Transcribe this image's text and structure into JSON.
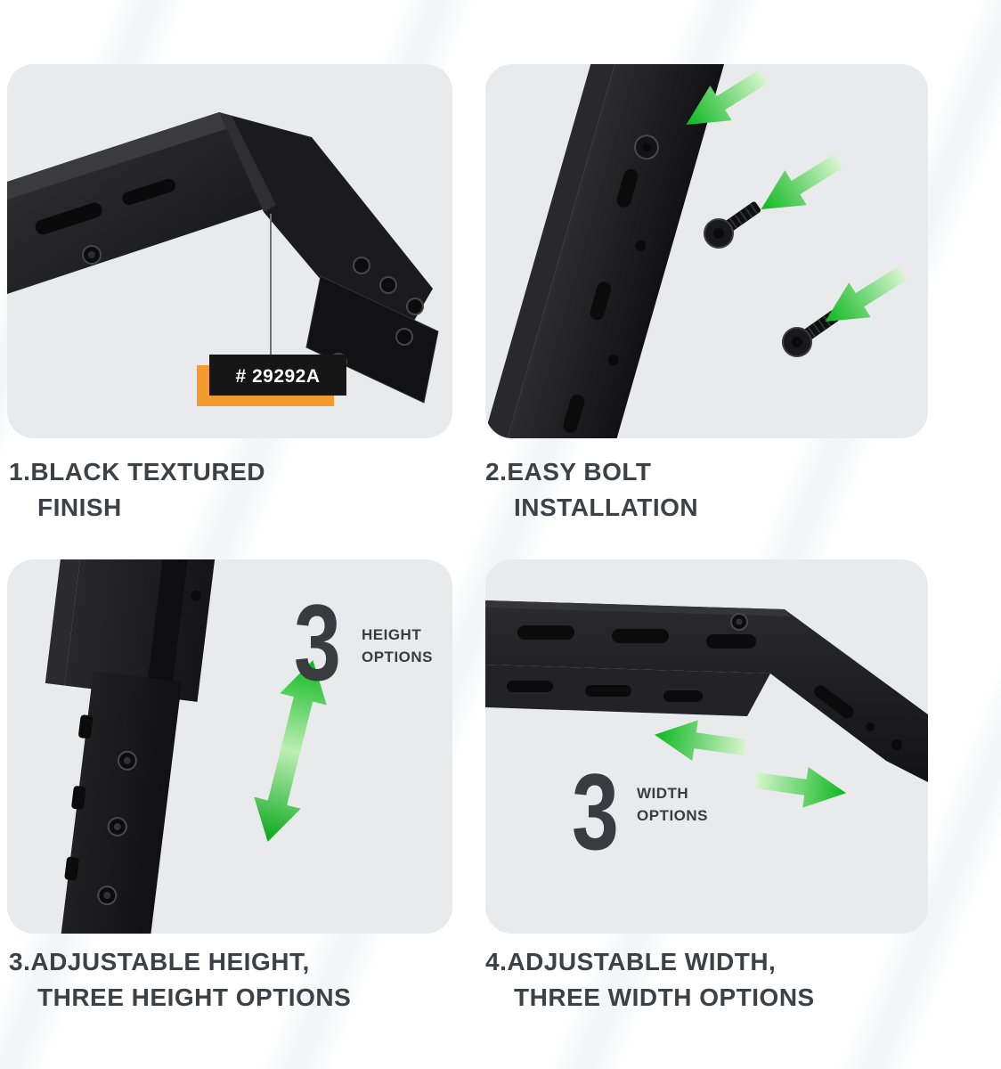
{
  "colors": {
    "panel_bg": "#e8eaec",
    "metal_dark": "#1c1c1e",
    "arrow_green": "#0cb71f",
    "arrow_green_light": "#d6f5cd",
    "tag_orange": "#f49b30",
    "caption_text": "#3e4045",
    "stripe": "#f3f5f6"
  },
  "panels": [
    {
      "caption_line1": "1.BLACK TEXTURED",
      "caption_line2": "FINISH",
      "tag_label": "# 29292A"
    },
    {
      "caption_line1": "2.EASY BOLT",
      "caption_line2": "INSTALLATION"
    },
    {
      "caption_line1": "3.ADJUSTABLE HEIGHT,",
      "caption_line2": "THREE HEIGHT OPTIONS",
      "options_number": "3",
      "options_label_line1": "HEIGHT",
      "options_label_line2": "OPTIONS"
    },
    {
      "caption_line1": "4.ADJUSTABLE WIDTH,",
      "caption_line2": "THREE WIDTH OPTIONS",
      "options_number": "3",
      "options_label_line1": "WIDTH",
      "options_label_line2": "OPTIONS"
    }
  ]
}
